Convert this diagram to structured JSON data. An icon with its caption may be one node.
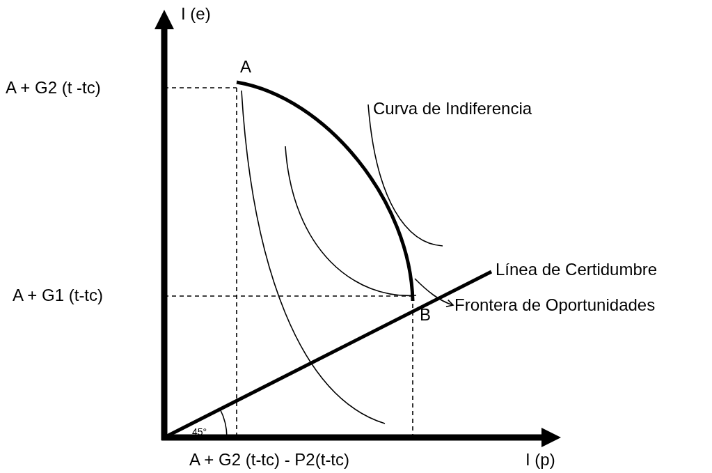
{
  "diagram": {
    "nodes": [
      {
        "text": [
          "Frontera de Oportunidades"
        ]
      },
      {
        "text": [],
        "shape": "curve"
      }
    ],
    "edges": [
      {
        "from": 1,
        "to": 0,
        "arrow": "to"
      }
    ],
    "labels": [
      "I (e)",
      "A",
      "A + G2 (t -tc)",
      "Curva de Indiferencia",
      "Línea de Certidumbre",
      "A + G1 (t-tc)",
      "B",
      "45°",
      "A + G2 (t-tc) - P2(t-tc)",
      "I (p)"
    ]
  }
}
